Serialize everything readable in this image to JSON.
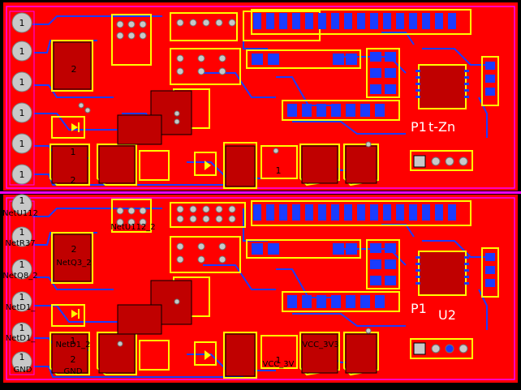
{
  "board": {
    "colors": {
      "copper": "#ff0000",
      "background": "#000000",
      "silkscreen": "#ffff00",
      "traces_bottom": "#1a3cff",
      "pads": "#c8c8c8",
      "outline": "#ff00ff",
      "text_dark": "#000000",
      "text_light": "#ffffff"
    },
    "top": {
      "pin_labels": [
        "1",
        "1",
        "1",
        "1",
        "1",
        "1"
      ],
      "component_labels": {
        "q_large": "2",
        "reg_a": "1",
        "reg_a_lower": "2",
        "bottom_mid": "1"
      },
      "ref_p1": "P1",
      "ref_u2": "t-Zn"
    },
    "bottom": {
      "pin_labels": [
        "1",
        "1",
        "1",
        "1",
        "1",
        "1"
      ],
      "net_labels": [
        "NetU112",
        "NetR37",
        "NetQ8_2",
        "NetD1_",
        "NetD1_",
        "GND"
      ],
      "component_labels": {
        "q_large": "2",
        "reg_a": "1",
        "reg_a_lower": "2",
        "bottom_mid": "1"
      },
      "net_q3": "NetQ3_2",
      "net_u112": "NetU112_2",
      "net_d1": "NetD1_2",
      "net_gnd": "GND",
      "net_vcc_a": "VCC_3V",
      "net_vcc_b": "VCC_3V3",
      "ref_p1": "P1",
      "ref_u2": "U2"
    }
  }
}
